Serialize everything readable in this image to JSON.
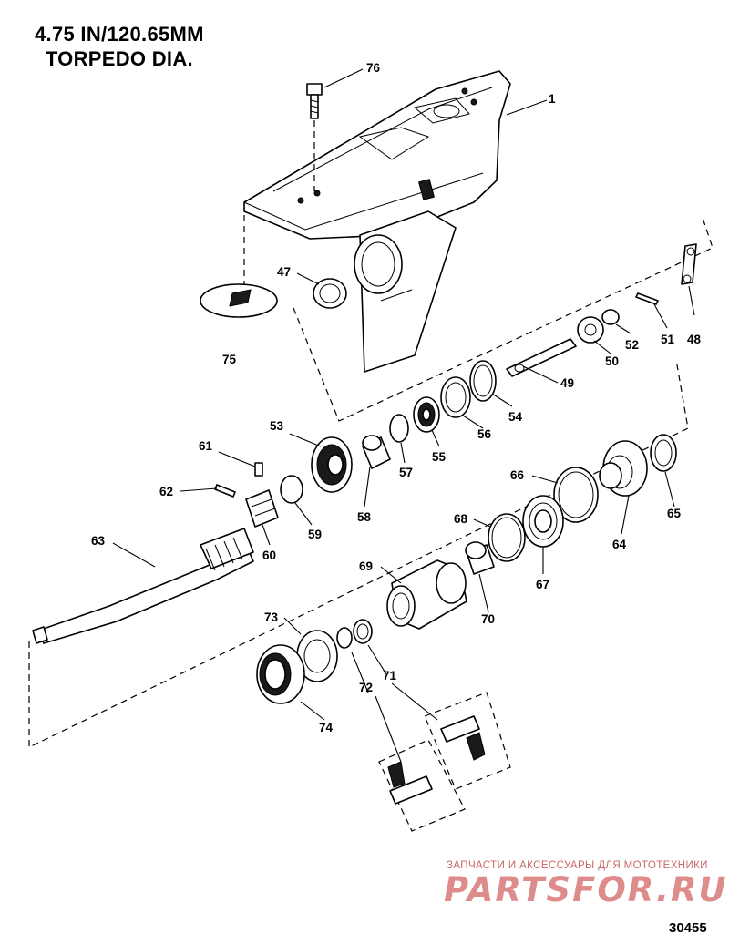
{
  "title": {
    "line1": "4.75 IN/120.65MM",
    "line2": "TORPEDO DIA."
  },
  "callouts": {
    "p1": "1",
    "p47": "47",
    "p48": "48",
    "p49": "49",
    "p50": "50",
    "p51": "51",
    "p52": "52",
    "p53": "53",
    "p54": "54",
    "p55": "55",
    "p56": "56",
    "p57": "57",
    "p58": "58",
    "p59": "59",
    "p60": "60",
    "p61": "61",
    "p62": "62",
    "p63": "63",
    "p64": "64",
    "p65": "65",
    "p66": "66",
    "p67": "67",
    "p68": "68",
    "p69": "69",
    "p70": "70",
    "p71": "71",
    "p72": "72",
    "p73": "73",
    "p74": "74",
    "p75": "75",
    "p76": "76"
  },
  "watermark": {
    "tagline": "ЗАПЧАСТИ И АКСЕССУАРЫ ДЛЯ МОТОТЕХНИКИ",
    "logo": "PARTSFOR.RU",
    "color": "#d97777"
  },
  "figure_number": "30455"
}
